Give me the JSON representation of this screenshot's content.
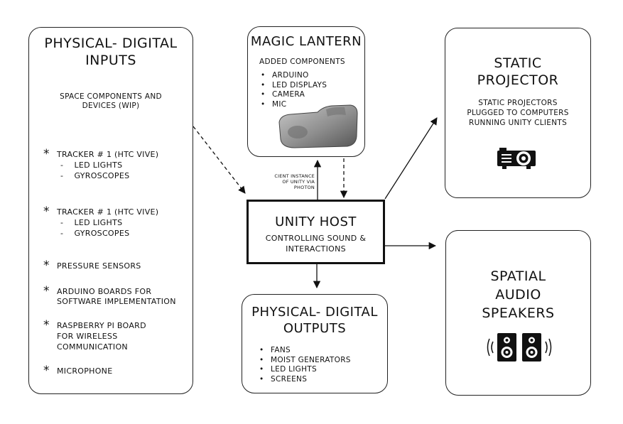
{
  "inputs": {
    "title_line1": "PHYSICAL- DIGITAL",
    "title_line2": "INPUTS",
    "sub_line1": "SPACE COMPONENTS AND",
    "sub_line2": "DEVICES (WIP)",
    "items": [
      {
        "lines": [
          "TRACKER # 1 (HTC VIVE)"
        ],
        "subs": [
          "LED LIGHTS",
          "GYROSCOPES"
        ]
      },
      {
        "lines": [
          "TRACKER # 1 (HTC VIVE)"
        ],
        "subs": [
          "LED LIGHTS",
          "GYROSCOPES"
        ]
      },
      {
        "lines": [
          "PRESSURE SENSORS"
        ],
        "subs": []
      },
      {
        "lines": [
          "ARDUINO BOARDS FOR",
          "SOFTWARE IMPLEMENTATION"
        ],
        "subs": []
      },
      {
        "lines": [
          "RASPBERRY PI BOARD",
          "FOR WIRELESS",
          "COMMUNICATION"
        ],
        "subs": []
      },
      {
        "lines": [
          "MICROPHONE"
        ],
        "subs": []
      }
    ]
  },
  "lantern": {
    "title": "MAGIC LANTERN",
    "subtitle": "ADDED COMPONENTS",
    "items": [
      "ARDUINO",
      "LED DISPLAYS",
      "CAMERA",
      "MIC"
    ]
  },
  "host": {
    "title": "UNITY HOST",
    "line1": "CONTROLLING SOUND &",
    "line2": "INTERACTIONS"
  },
  "client_label": {
    "line1": "CIENT INSTANCE",
    "line2": "OF UNITY VIA",
    "line3": "PHOTON"
  },
  "outputs": {
    "title_line1": "PHYSICAL- DIGITAL",
    "title_line2": "OUTPUTS",
    "items": [
      "FANS",
      "MOIST GENERATORS",
      "LED LIGHTS",
      "SCREENS"
    ]
  },
  "projector": {
    "title_line1": "STATIC",
    "title_line2": "PROJECTOR",
    "line1": "STATIC PROJECTORS",
    "line2": "PLUGGED TO COMPUTERS",
    "line3": "RUNNING UNITY CLIENTS"
  },
  "speakers": {
    "title_line1": "SPATIAL",
    "title_line2": "AUDIO",
    "title_line3": "SPEAKERS"
  },
  "icons": [
    "asterisk-icon",
    "projector-icon",
    "speakers-icon",
    "lantern-device-image"
  ]
}
